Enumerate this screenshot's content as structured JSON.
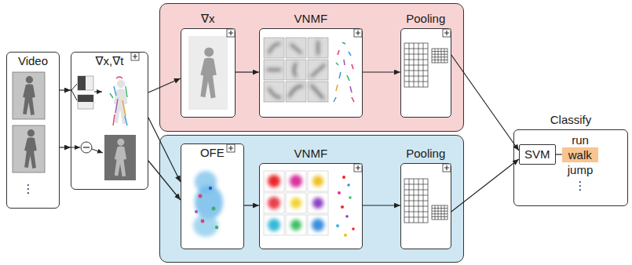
{
  "diagram": {
    "nodes": [
      {
        "text": [
          "Video"
        ]
      },
      {
        "text": [
          "∇x,∇t"
        ]
      },
      {
        "text": []
      },
      {
        "text": [
          "∇x"
        ],
        "in": 2
      },
      {
        "text": [
          "VNMF"
        ],
        "in": 2
      },
      {
        "text": [
          "Pooling"
        ],
        "in": 2
      },
      {
        "text": []
      },
      {
        "text": [
          "OFE"
        ],
        "in": 6
      },
      {
        "text": [
          "VNMF"
        ],
        "in": 6
      },
      {
        "text": [
          "Pooling"
        ],
        "in": 6
      },
      {
        "text": [
          "Classify"
        ]
      },
      {
        "text": [
          "SVM"
        ],
        "in": 10
      },
      {
        "text": [
          "walk"
        ],
        "in": 10
      }
    ],
    "edges": [
      {
        "from": 0,
        "to": 1,
        "arrow": "to"
      },
      {
        "from": 0,
        "to": 1,
        "arrow": "to"
      },
      {
        "from": 1,
        "to": 3,
        "arrow": "to"
      },
      {
        "from": 1,
        "to": 7,
        "arrow": "to"
      },
      {
        "from": 1,
        "to": 7,
        "arrow": "to"
      },
      {
        "from": 3,
        "to": 4,
        "arrow": "to"
      },
      {
        "from": 4,
        "to": 5,
        "arrow": "to"
      },
      {
        "from": 7,
        "to": 8,
        "arrow": "to"
      },
      {
        "from": 8,
        "to": 9,
        "arrow": "to"
      },
      {
        "from": 5,
        "to": 11,
        "arrow": "to"
      },
      {
        "from": 9,
        "to": 11,
        "arrow": "to"
      },
      {
        "from": 11,
        "to": 12,
        "arrow": "none"
      }
    ],
    "labels": [
      "⋮",
      "run",
      "jump",
      "⋮"
    ]
  }
}
